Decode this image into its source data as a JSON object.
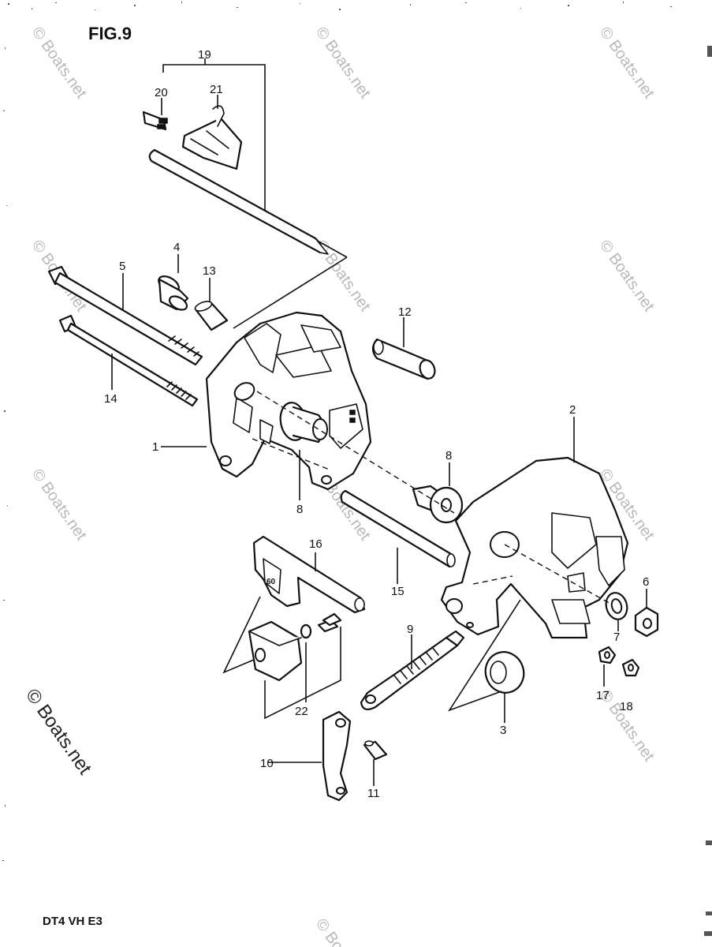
{
  "figure": {
    "title": "FIG.9",
    "model_code": "DT4 VH E3"
  },
  "watermark": {
    "text": "© Boats.net"
  },
  "callouts": {
    "c1": "1",
    "c2": "2",
    "c3": "3",
    "c4": "4",
    "c5": "5",
    "c6": "6",
    "c7": "7",
    "c8a": "8",
    "c8b": "8",
    "c9": "9",
    "c10": "10",
    "c11": "11",
    "c12": "12",
    "c13": "13",
    "c14": "14",
    "c15": "15",
    "c16": "16",
    "c17": "17",
    "c18": "18",
    "c19": "19",
    "c20": "20",
    "c21": "21",
    "c22": "22"
  },
  "part_marking": {
    "stamp_text": "60"
  },
  "colors": {
    "line": "#111111",
    "paper": "#ffffff",
    "watermark": "#b9b9b9"
  }
}
